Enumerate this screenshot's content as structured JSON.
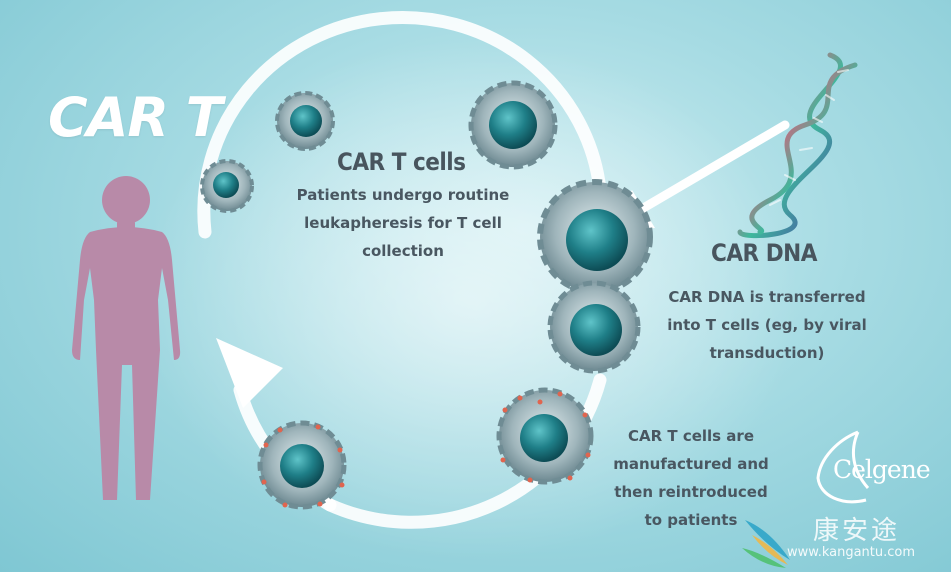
{
  "title": "CAR T",
  "steps": [
    {
      "heading": "CAR T cells",
      "body": "Patients undergo routine\nleukapheresis for T cell\ncollection"
    },
    {
      "heading": "CAR DNA",
      "body": "CAR DNA is transferred\ninto T cells (eg, by viral\ntransduction)"
    },
    {
      "heading": "",
      "body": "CAR T cells are\nmanufactured and\nthen reintroduced\nto patients"
    }
  ],
  "logo": {
    "brand": "Celgene",
    "icon": "celgene-swoosh-icon"
  },
  "watermark": {
    "chinese": "康安途",
    "url": "www.kangantu.com"
  },
  "colors": {
    "background": "#a6dbe3",
    "figure": "#b88aa8",
    "cell_nucleus": "#1f7f88",
    "text": "#495761"
  }
}
